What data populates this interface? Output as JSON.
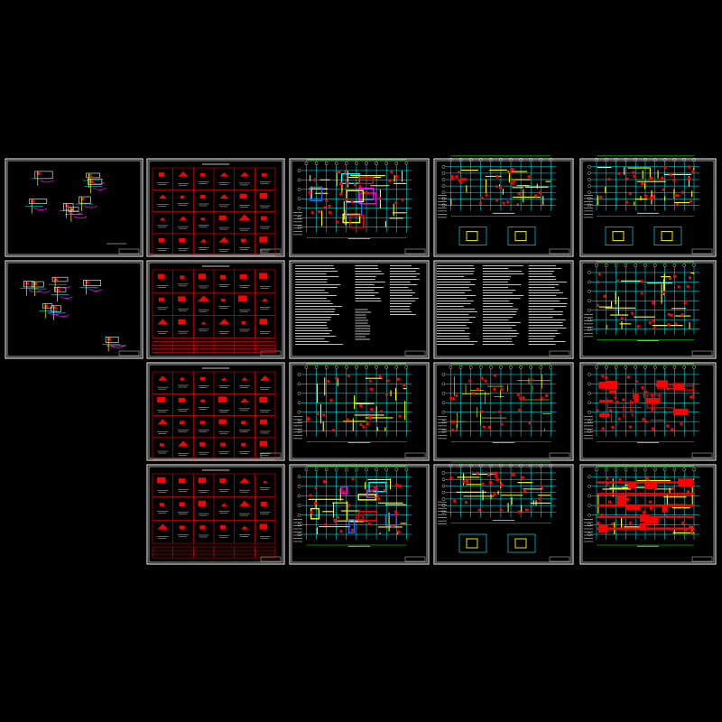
{
  "drawing_set": {
    "background_color": "#000000",
    "colors": {
      "frame": "#ffffff",
      "grid": "#00ffff",
      "wall": "#ffff00",
      "column": "#ff0000",
      "beam": "#ffffff",
      "accent_green": "#00ff00",
      "accent_magenta": "#ff00ff",
      "accent_blue": "#3366ff"
    },
    "sheets": [
      {
        "id": "r1c1",
        "kind": "node-details"
      },
      {
        "id": "r1c2",
        "kind": "column-schedule"
      },
      {
        "id": "r1c3",
        "kind": "floor-plan-color"
      },
      {
        "id": "r1c4",
        "kind": "floor-plan-with-details"
      },
      {
        "id": "r1c5",
        "kind": "floor-plan-with-details"
      },
      {
        "id": "r2c1",
        "kind": "section-details"
      },
      {
        "id": "r2c2",
        "kind": "column-schedule-short"
      },
      {
        "id": "r2c3",
        "kind": "text-tables"
      },
      {
        "id": "r2c4",
        "kind": "text-tables-dense"
      },
      {
        "id": "r2c5",
        "kind": "floor-plan"
      },
      {
        "id": "r3c2",
        "kind": "column-schedule"
      },
      {
        "id": "r3c3",
        "kind": "floor-plan-notes"
      },
      {
        "id": "r3c4",
        "kind": "floor-plan-dense"
      },
      {
        "id": "r3c5",
        "kind": "floor-plan-red"
      },
      {
        "id": "r4c2",
        "kind": "column-schedule-short"
      },
      {
        "id": "r4c3",
        "kind": "floor-plan-color"
      },
      {
        "id": "r4c4",
        "kind": "floor-plan-with-details"
      },
      {
        "id": "r4c5",
        "kind": "floor-plan-beams"
      }
    ]
  }
}
